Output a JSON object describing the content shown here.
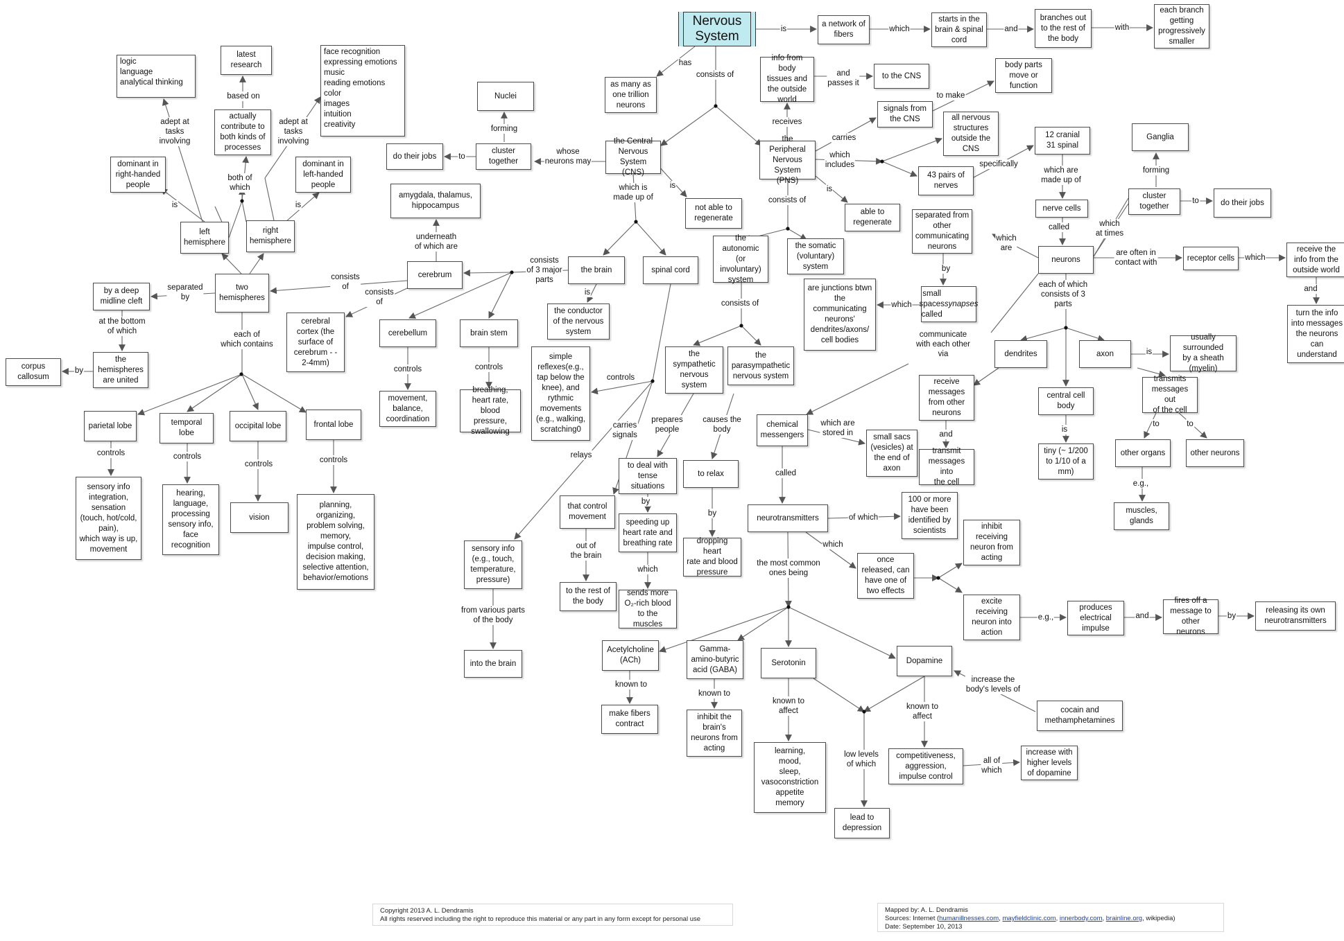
{
  "colors": {
    "root_fill": "#bfeaf0",
    "edge": "#666666",
    "link": "#1a3fb0"
  },
  "nodes": {
    "nervous_system": "Nervous\nSystem",
    "network_of_fibers": "a network of\nfibers",
    "starts_in_brain": "starts in the\nbrain & spinal\ncord",
    "branches_out": "branches out\nto the rest of\nthe body",
    "each_branch": "each branch\ngetting\nprogressively\nsmaller",
    "trillion_neurons": "as many as\none trillion\nneurons",
    "cns": "the Central\nNervous\nSystem (CNS)",
    "pns": "the Peripheral\nNervous\nSystem (PNS)",
    "info_from_body": "info from body\ntissues and\nthe outside\nworld",
    "to_the_cns": "to the CNS",
    "signals_from_cns": "signals from\nthe CNS",
    "body_parts_move": "body parts\nmove or\nfunction",
    "all_nervous_structures": "all nervous\nstructures\noutside the\nCNS",
    "cranial_spinal": "12 cranial\n31 spinal",
    "pairs_of_nerves": "43 pairs of\nnerves",
    "nerve_cells": "nerve cells",
    "ganglia": "Ganglia",
    "pns_cluster_together": "cluster\ntogether",
    "pns_do_their_jobs": "do their jobs",
    "neurons": "neurons",
    "separated_from_neurons": "separated from\nother\ncommunicating\nneurons",
    "small_spaces_synapses": "small spaces\ncalled\nsynapses",
    "junctions": "are junctions btwn\nthe\ncommunicating\nneurons'\ndendrites/axons/\ncell bodies",
    "receptor_cells": "receptor cells",
    "receive_info_outside": "receive the\ninfo from the\noutside world",
    "turn_info_messages": "turn the info\ninto messages\nthe neurons\ncan\nunderstand",
    "dendrites": "dendrites",
    "axon": "axon",
    "sheath_myelin": "usually surrounded\nby a sheath\n(myelin)",
    "receive_messages": "receive\nmessages\nfrom other\nneurons",
    "transmit_messages": "transmit\nmessages into\nthe cell",
    "central_cell_body": "central cell\nbody",
    "tiny": "tiny (~ 1/200\nto 1/10 of a\nmm)",
    "transmits_messages_out": "transmits\nmessages out\nof the cell",
    "other_organs": "other organs",
    "other_neurons": "other neurons",
    "muscles_glands": "muscles,\nglands",
    "chemical_messengers": "chemical\nmessengers",
    "small_sacs": "small sacs\n(vesicles) at\nthe end of\naxon",
    "neurotransmitters": "neurotransmitters",
    "hundred_or_more": "100 or more\nhave been\nidentified by\nscientists",
    "once_released": "once\nreleased, can\nhave one of\ntwo effects",
    "inhibit_receiving": "inhibit\nreceiving\nneuron from\nacting",
    "excite_receiving": "excite\nreceiving\nneuron into\naction",
    "produces_impulse": "produces\nelectrical\nimpulse",
    "fires_off_message": "fires off a\nmessage to\nother neurons",
    "releasing_own": "releasing its own\nneurotransmitters",
    "ach": "Acetylcholine\n(ACh)",
    "make_fibers_contract": "make fibers\ncontract",
    "gaba": "Gamma-\namino-butyric\nacid (GABA)",
    "inhibit_brain_neurons": "inhibit the\nbrain's\nneurons from\nacting",
    "serotonin": "Serotonin",
    "learning_mood": "learning,\nmood,\nsleep,\nvasoconstriction\nappetite\nmemory",
    "dopamine": "Dopamine",
    "cocain": "cocain and\nmethamphetamines",
    "competitiveness": "competitiveness,\naggression,\nimpulse control",
    "increase_dopamine": "increase with\nhigher levels\nof dopamine",
    "lead_to_depression": "lead to\ndepression",
    "autonomic": "the autonomic\n(or\ninvoluntary)\nsystem",
    "somatic": "the somatic\n(voluntary)\nsystem",
    "sympathetic": "the\nsympathetic\nnervous\nsystem",
    "parasympathetic": "the\nparasympathetic\nnervous system",
    "tense_situations": "to deal with\ntense\nsituations",
    "speeding_up": "speeding up\nheart rate and\nbreathing rate",
    "sends_more_o2": "sends more\nO₂-rich blood\nto the muscles",
    "to_relax": "to relax",
    "dropping_heart_rate": "dropping heart\nrate and blood\npressure",
    "not_able_regenerate": "not able to\nregenerate",
    "able_regenerate": "able to\nregenerate",
    "nuclei": "Nuclei",
    "cns_cluster_together": "cluster\ntogether",
    "cns_do_their_jobs": "do their jobs",
    "the_brain": "the brain",
    "spinal_cord": "spinal cord",
    "conductor": "the conductor\nof the nervous\nsystem",
    "cerebrum": "cerebrum",
    "amygdala": "amygdala, thalamus,\nhippocampus",
    "cerebral_cortex": "cerebral\ncortex (the\nsurface of\ncerebrum - -\n2-4mm)",
    "cerebellum": "cerebellum",
    "movement_balance": "movement,\nbalance,\ncoordination",
    "brain_stem": "brain stem",
    "breathing": "breathing,\nheart rate,\nblood pressure,\nswallowing",
    "simple_reflexes": "simple\nreflexes(e.g.,\ntap below the\nknee), and\nrythmic\nmovements\n(e.g., walking,\nscratching0",
    "that_control_movement": "that control\nmovement",
    "to_rest_of_body": "to the rest of\nthe body",
    "sensory_info": "sensory info\n(e.g., touch,\ntemperature,\npressure)",
    "into_the_brain": "into the brain",
    "two_hemispheres": "two\nhemispheres",
    "left_hemisphere": "left\nhemisphere",
    "right_hemisphere": "right\nhemisphere",
    "dominant_right_handed": "dominant in\nright-handed\npeople",
    "dominant_left_handed": "dominant in\nleft-handed\npeople",
    "logic_language": "logic\nlanguage\nanalytical thinking",
    "face_recognition": "face recognition\nexpressing emotions\nmusic\nreading emotions\ncolor\nimages\nintuition\ncreativity",
    "actually_contribute": "actually\ncontribute to\nboth kinds of\nprocesses",
    "latest_research": "latest\nresearch",
    "deep_midline_cleft": "by a deep\nmidline cleft",
    "hemispheres_united": "the\nhemispheres\nare united",
    "corpus_callosum": "corpus\ncallosum",
    "parietal_lobe": "parietal lobe",
    "temporal_lobe": "temporal lobe",
    "occipital_lobe": "occipital lobe",
    "frontal_lobe": "frontal lobe",
    "sensory_integration": "sensory info\nintegration,\nsensation\n(touch, hot/cold,\npain),\nwhich way is up,\nmovement",
    "hearing_language": "hearing,\nlanguage,\nprocessing\nsensory info,\nface\nrecognition",
    "vision": "vision",
    "planning": "planning,\norganizing,\nproblem solving,\nmemory,\nimpulse control,\ndecision making,\nselective attention,\nbehavior/emotions"
  },
  "labels": {
    "is_ns": "is",
    "which_fibers": "which",
    "and_starts": "and",
    "with_branches": "with",
    "has": "has",
    "consists_of_ns": "consists of",
    "receives": "receives",
    "and_passes_it": "and\npasses it",
    "carries": "carries",
    "to_make": "to make",
    "which_includes": "which\nincludes",
    "specifically": "specifically",
    "which_are_made_up": "which are\nmade up of",
    "called_neurons": "called",
    "forming_ganglia": "forming",
    "which_at_times": "which\nat times",
    "to_pns_jobs": "to",
    "which_are_neurons": "which\nare",
    "by_synapses": "by",
    "which_synapses": "which",
    "often_in_contact": "are often in\ncontact with",
    "which_receptor": "which",
    "and_receptor": "and",
    "each_consists_3": "each of which\nconsists of 3\nparts",
    "is_axon": "is",
    "and_dendrites": "and",
    "is_cell_body": "is",
    "to_organs": "to",
    "to_neurons": "to",
    "eg_muscles": "e.g.,",
    "communicate_via": "communicate\nwith each other\nvia",
    "which_are_stored": "which are\nstored in",
    "called_nt": "called",
    "of_which": "of which",
    "which_nt": "which",
    "eg_produces": "e.g.,",
    "and_fires": "and",
    "by_releasing": "by",
    "most_common": "the most common\nones being",
    "known_to_ach": "known to",
    "known_to_gaba": "known to",
    "known_to_affect_ser": "known to\naffect",
    "known_to_affect_dop": "known to\naffect",
    "increase_levels": "increase the\nbody's levels of",
    "all_of_which": "all of\nwhich",
    "low_levels": "low levels\nof which",
    "is_cns": "is",
    "is_pns": "is",
    "consists_of_pns": "consists of",
    "consists_of_auto": "consists of",
    "prepares_people": "prepares\npeople",
    "by_speeding": "by",
    "which_sends": "which",
    "causes_body": "causes the\nbody",
    "by_dropping": "by",
    "whose_neurons_may": "whose\nneurons may",
    "forming_nuclei": "forming",
    "to_cns_jobs": "to",
    "which_is_made": "which is\nmade up of",
    "is_brain": "is",
    "consists_3_major": "consists\nof 3 major\nparts",
    "underneath": "underneath\nof which are",
    "consists_of_cortex": "consists\nof",
    "consists_of_hemis": "consists\nof",
    "controls_cerebellum": "controls",
    "controls_stem": "controls",
    "controls_spinal": "controls",
    "carries_signals": "carries\nsignals",
    "relays": "relays",
    "out_of_brain": "out of\nthe brain",
    "from_various": "from various parts\nof the body",
    "separated_by": "separated\nby",
    "at_bottom": "at the bottom\nof which",
    "by_corpus": "by",
    "each_contains": "each of\nwhich contains",
    "is_left": "is",
    "is_right": "is",
    "both_of_which": "both of\nwhich",
    "based_on": "based on",
    "adept_left": "adept at\ntasks\ninvolving",
    "adept_right": "adept at\ntasks\ninvolving",
    "controls_parietal": "controls",
    "controls_temporal": "controls",
    "controls_occipital": "controls",
    "controls_frontal": "controls"
  },
  "footer": {
    "copyright_line1": "Copyright 2013 A. L. Dendramis",
    "copyright_line2": "All rights reserved including the right to reproduce this material or any part in any form except for personal use",
    "mapped_by": "Mapped by:  A. L. Dendramis",
    "sources_prefix": "Sources: Internet (",
    "src_1": "humanillnesses.com",
    "src_2": "mayfieldclinic.com",
    "src_3": "innerbody.com",
    "src_4": "brainline.org",
    "sources_suffix": ", wikipedia)",
    "sep": ", ",
    "date": "Date:  September 10, 2013"
  }
}
